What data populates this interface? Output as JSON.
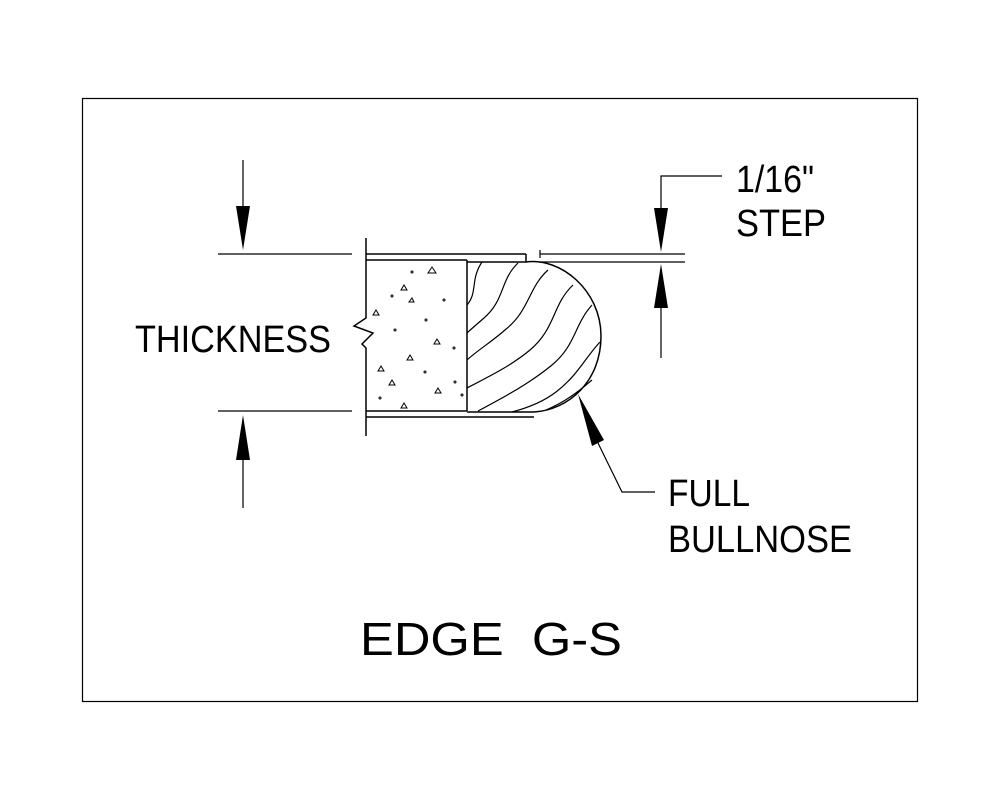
{
  "drawing": {
    "labels": {
      "thickness": "THICKNESS",
      "step_line1": "1/16\"",
      "step_line2": "STEP",
      "bullnose_line1": "FULL",
      "bullnose_line2": "BULLNOSE",
      "title": "EDGE  G-S"
    },
    "colors": {
      "line": "#000000",
      "background": "#ffffff"
    }
  }
}
